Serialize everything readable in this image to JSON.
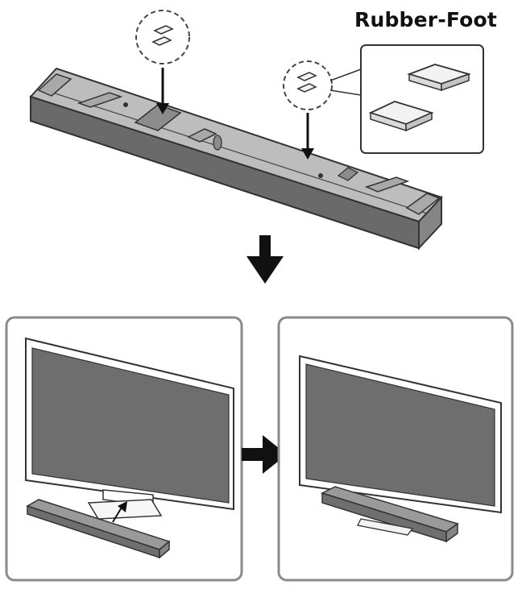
{
  "callout": {
    "label": "Rubber-Foot"
  },
  "colors": {
    "outline": "#333333",
    "bar_top": "#bdbdbd",
    "bar_front": "#6f6f6f",
    "screen": "#6e6e6e",
    "panel_border": "#8a8a8a",
    "arrow": "#111111",
    "pad": "#f2f2f2"
  },
  "icons": [
    "rubber-foot-pad",
    "down-arrow",
    "right-arrow",
    "dashed-circle-callout"
  ]
}
